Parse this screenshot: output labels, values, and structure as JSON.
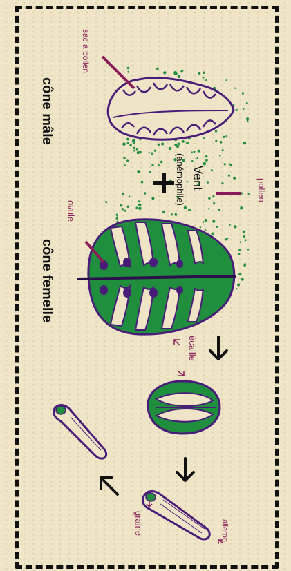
{
  "labels": {
    "male_cone": "cône mâle",
    "female_cone": "cône femelle",
    "pollen_sac": "sac à pollen",
    "pollen": "pollen",
    "wind": "Vent",
    "wind_note": "(anémophile)",
    "plus": "+",
    "ovule": "ovule",
    "scale": "écaille",
    "seed": "graine",
    "wing": "aileron"
  },
  "colors": {
    "background": "#efe4c6",
    "frame": "#111111",
    "label_purple": "#8a1c5a",
    "outline_purple": "#4a1c7a",
    "cone_green": "#1f8e3d",
    "pollen_green": "#1f8e3d",
    "text_black": "#111111"
  },
  "icons": {
    "plus": "plus-icon",
    "arrow_down_1": "arrow-down-icon",
    "arrow_down_2": "arrow-down-icon",
    "arrow_up_left": "arrow-up-left-icon"
  }
}
